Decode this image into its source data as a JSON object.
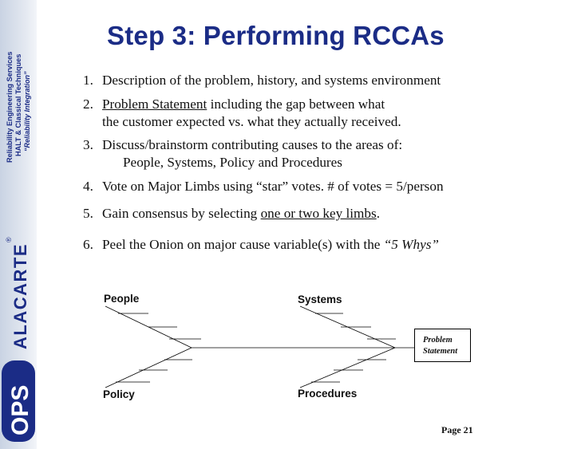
{
  "sidebar": {
    "company_lines": [
      "Reliability Engineering Services",
      "HALT & Classical Techniques",
      "“Reliability Integration”"
    ],
    "logo_ops": "OPS",
    "logo_alacarte": "ALACARTE",
    "registered_mark": "®"
  },
  "title": "Step 3: Performing RCCAs",
  "items": [
    {
      "num": "1.",
      "segments": [
        "Description of the problem, history, and systems environment"
      ]
    },
    {
      "num": "2.",
      "segments": [
        "Problem Statement",
        " including the gap between what"
      ],
      "cont": "the customer expected vs. what they actually received."
    },
    {
      "num": "3.",
      "segments": [
        "Discuss/brainstorm contributing causes to the areas of:"
      ],
      "cont": "People, Systems, Policy and Procedures"
    },
    {
      "num": "4.",
      "segments": [
        "Vote on Major Limbs using “star” votes.  # of votes = 5/person"
      ]
    },
    {
      "num": "5.",
      "segments": [
        "Gain consensus by selecting ",
        "one or two key limbs",
        "."
      ]
    },
    {
      "num": "6.",
      "segments": [
        "Peel the Onion on major cause variable(s) with the ",
        "“5 Whys”"
      ]
    }
  ],
  "fishbone": {
    "categories": {
      "people": "People",
      "systems": "Systems",
      "policy": "Policy",
      "procedures": "Procedures"
    },
    "problem_line1": "Problem",
    "problem_line2": "Statement"
  },
  "page_label": "Page 21",
  "colors": {
    "title": "#1b2c86",
    "sidebar": "#c9d3e3",
    "logo": "#1b2c86"
  }
}
